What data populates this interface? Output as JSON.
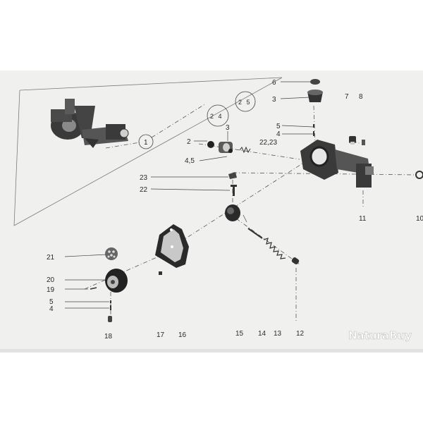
{
  "labels": {
    "p1": "1",
    "p2": "2",
    "p3_left": "3",
    "p3_top": "3",
    "p4_top": "4",
    "p4_bottom": "4",
    "p4_5": "4,5",
    "p5_top": "5",
    "p5_bottom": "5",
    "p6": "6",
    "p7": "7",
    "p8": "8",
    "p10": "10",
    "p11": "11",
    "p12": "12",
    "p13": "13",
    "p14": "14",
    "p15": "15",
    "p16": "16",
    "p17": "17",
    "p18": "18",
    "p19": "19",
    "p20": "20",
    "p21": "21",
    "p22": "22",
    "p22_23": "22,23",
    "p23": "23",
    "p24": "2 4",
    "p25": "2 5"
  },
  "watermark": "NaturaBuy",
  "colors": {
    "paper": "#f0f0ee",
    "ink": "#2a2a2a",
    "part_dark": "#3a3a3a",
    "background": "#ffffff"
  }
}
